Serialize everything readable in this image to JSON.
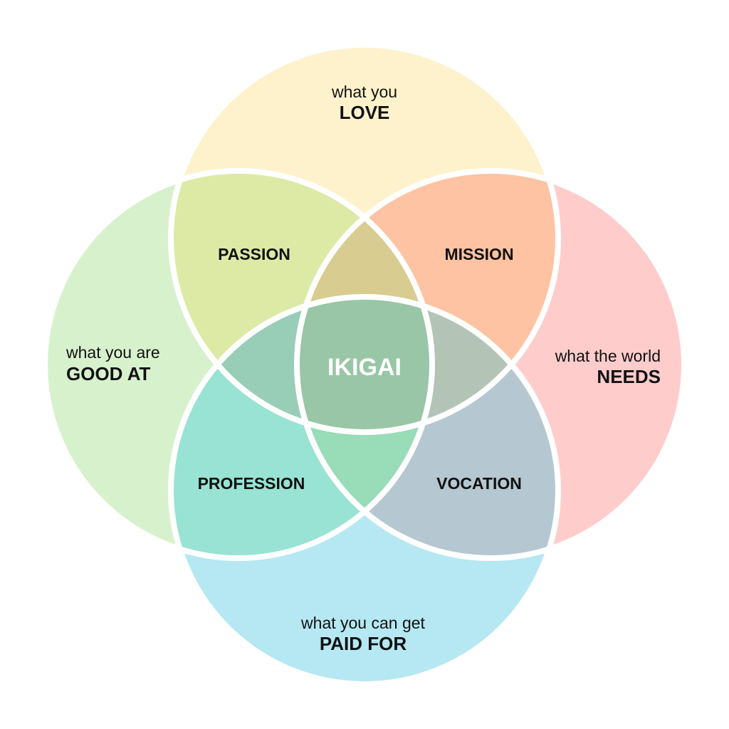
{
  "colors": {
    "love": "#fdf2cc",
    "good_at": "#d8f1cd",
    "needs": "#ffcccc",
    "paid_for": "#b5e8f2",
    "passion": "#dceaa6",
    "mission": "#fec3a3",
    "profession": "#98e3d3",
    "vocation": "#b5c7d0",
    "love_good_needs": "#d8cc90",
    "good_needs_paid": "#98dcb8",
    "love_needs_paid": "#b3c4b6",
    "love_good_paid": "#98cdb8",
    "ikigai": "#98c6a6",
    "outline": "#ffffff"
  },
  "circles": {
    "love": {
      "line1": "what you",
      "line2": "LOVE"
    },
    "good_at": {
      "line1": "what you are",
      "line2": "GOOD AT"
    },
    "needs": {
      "line1": "what the world",
      "line2": "NEEDS"
    },
    "paid_for": {
      "line1": "what you can get",
      "line2": "PAID FOR"
    }
  },
  "overlaps": {
    "passion": "PASSION",
    "mission": "MISSION",
    "profession": "PROFESSION",
    "vocation": "VOCATION"
  },
  "center": "IKIGAI"
}
